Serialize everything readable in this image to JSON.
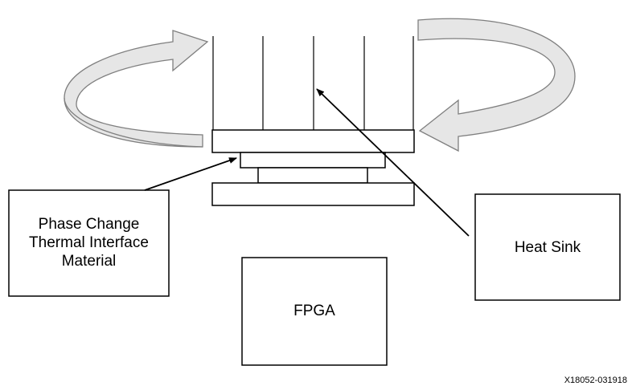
{
  "callouts": {
    "tim": {
      "lines": [
        "Phase Change",
        "Thermal Interface",
        "Material"
      ]
    },
    "heat_sink": {
      "label": "Heat Sink"
    },
    "fpga": {
      "label": "FPGA"
    }
  },
  "figure_number": "X18052-031918",
  "colors": {
    "stroke": "#000000",
    "arrow_fill": "#e6e6e6",
    "arrow_stroke": "#7f7f7f",
    "background": "#ffffff"
  }
}
